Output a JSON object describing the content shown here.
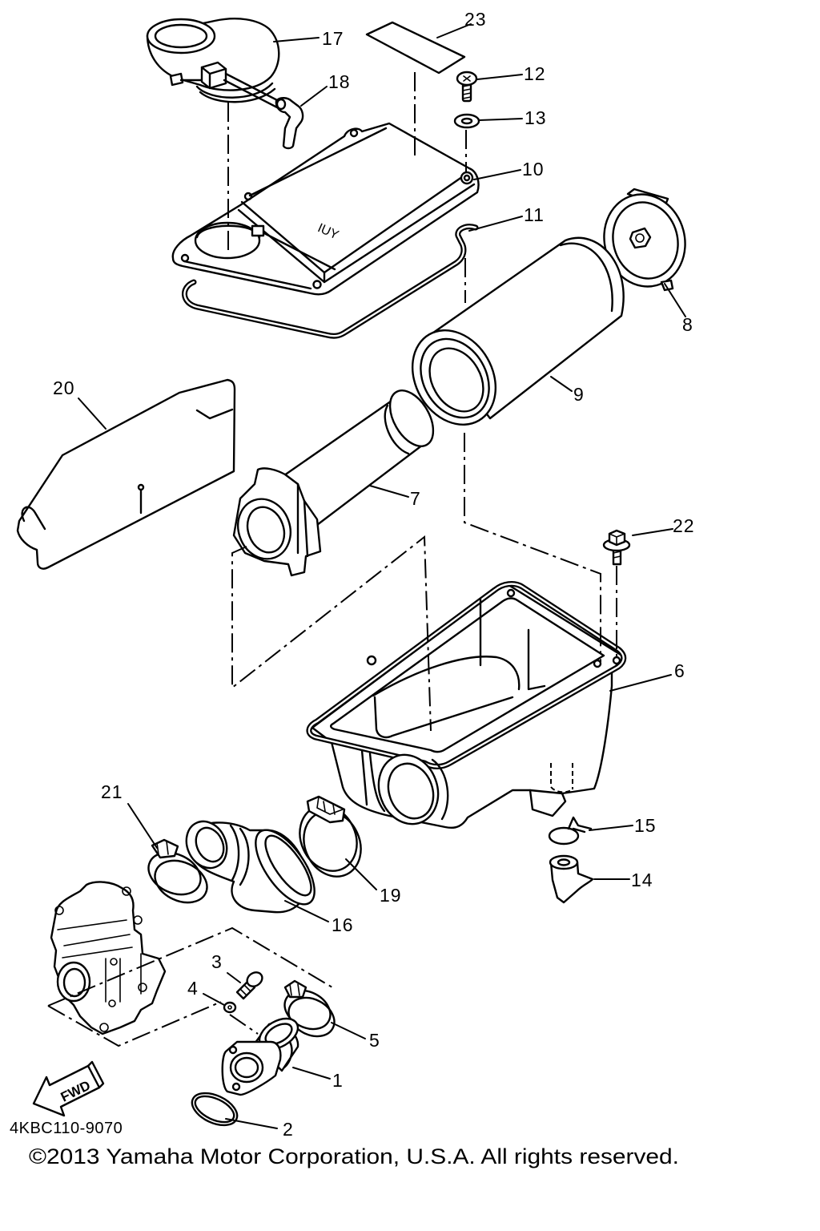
{
  "diagram": {
    "callouts": [
      "1",
      "2",
      "3",
      "4",
      "5",
      "6",
      "7",
      "8",
      "9",
      "10",
      "11",
      "12",
      "13",
      "14",
      "15",
      "16",
      "17",
      "18",
      "19",
      "20",
      "21",
      "22",
      "23"
    ],
    "lid_marking": "IUY",
    "arrow_label": "FWD",
    "drawing_code": "4KBC110-9070",
    "copyright": "©2013 Yamaha Motor Corporation, U.S.A. All rights reserved."
  }
}
